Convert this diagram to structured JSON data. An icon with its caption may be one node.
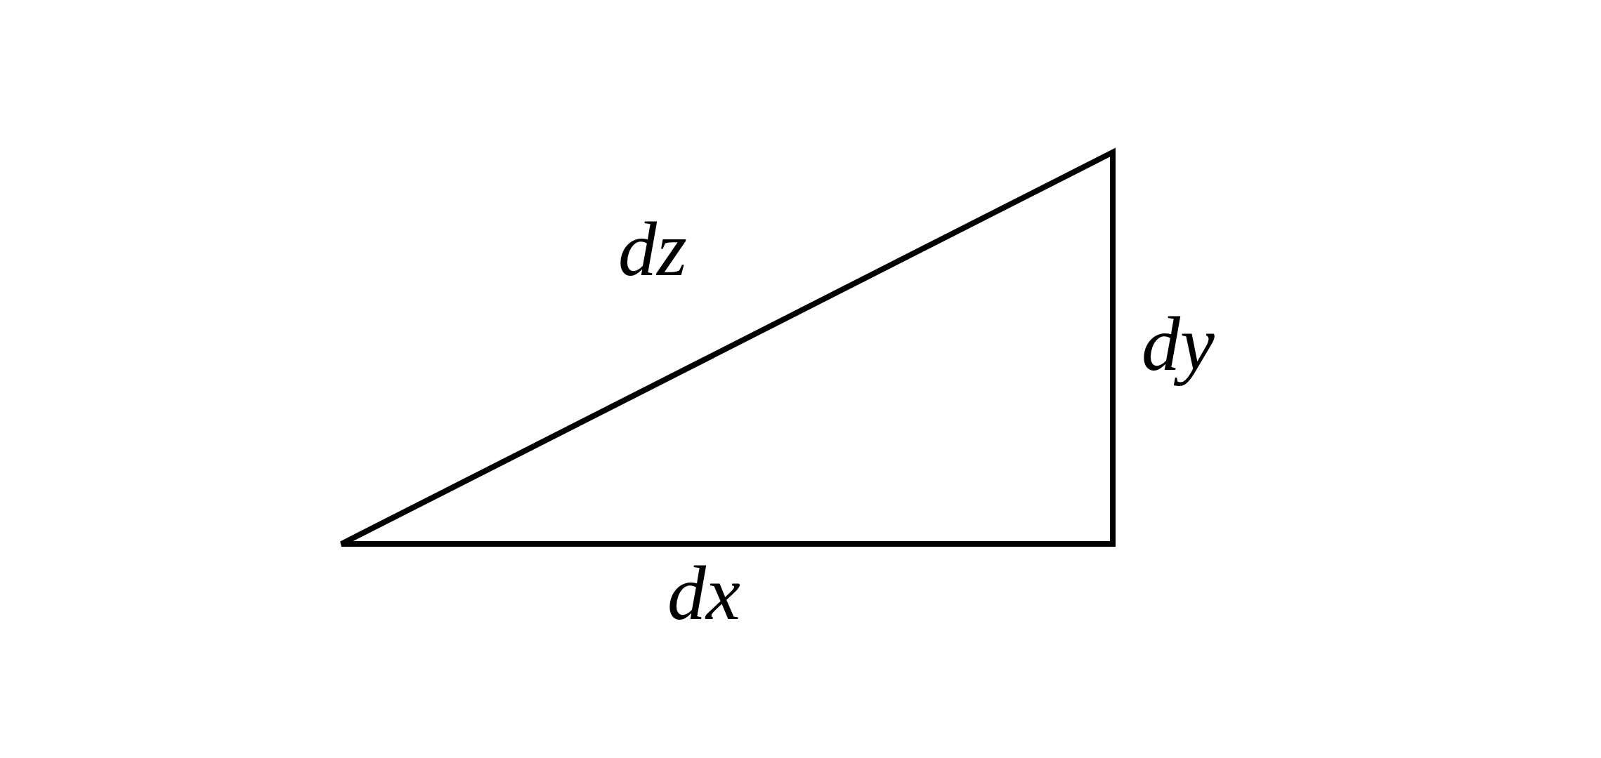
{
  "diagram": {
    "labels": [
      "dz",
      "dy",
      "dx"
    ]
  }
}
